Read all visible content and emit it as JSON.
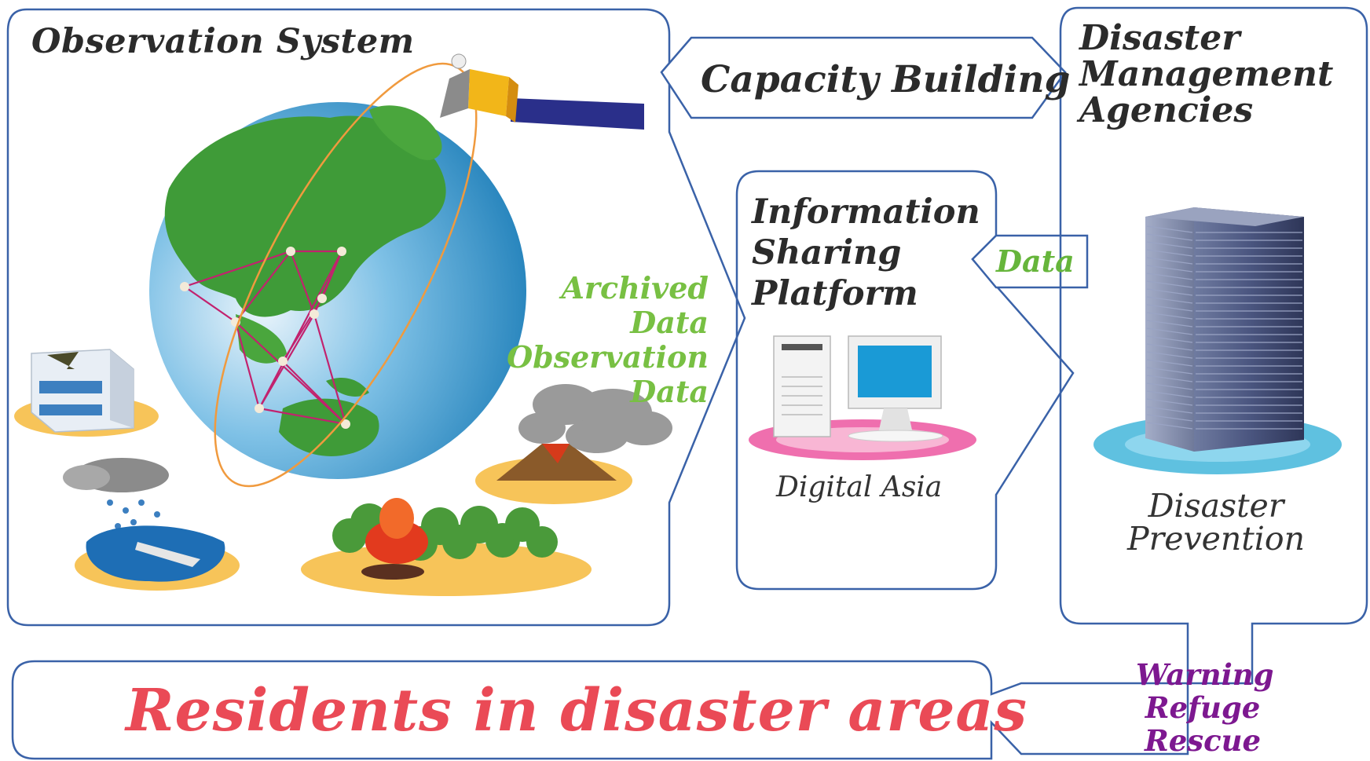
{
  "observation_system": {
    "title": "Observation System"
  },
  "capacity_building": {
    "label": "Capacity Building"
  },
  "agencies": {
    "title": "Disaster Management Agencies",
    "caption": "Disaster Prevention"
  },
  "platform": {
    "title": "Information Sharing Platform",
    "caption": "Digital Asia"
  },
  "flows": {
    "data": "Data",
    "observation": "Archived Data Observation Data",
    "warning": "Warning Refuge Rescue"
  },
  "residents": {
    "label": "Residents in disaster areas"
  },
  "colors": {
    "frame": "#3a62a8",
    "data_green": "#6dbb3f",
    "residents_red": "#ea4a56",
    "warning_purple": "#7d1890",
    "orbit": "#f09a3e",
    "ocean": "#3a9ad0",
    "land": "#3f9b38"
  },
  "icons": [
    "satellite-icon",
    "globe-icon",
    "earthquake-house-icon",
    "flood-icon",
    "wildfire-icon",
    "volcano-icon",
    "computer-icon",
    "building-icon"
  ]
}
